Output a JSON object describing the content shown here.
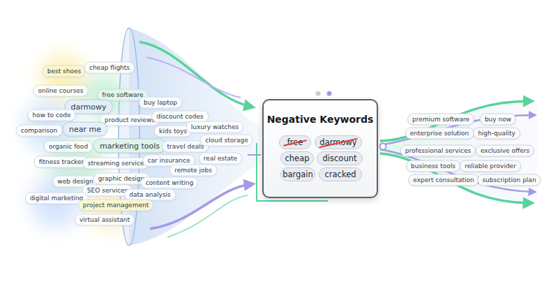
{
  "diagram": {
    "nodes": [
      {
        "text": [
          "best shoes"
        ]
      },
      {
        "text": [
          "cheap flights"
        ]
      },
      {
        "text": [
          "online courses"
        ]
      },
      {
        "text": [
          "free software"
        ]
      },
      {
        "text": [
          "darmowy"
        ]
      },
      {
        "text": [
          "buy laptop"
        ]
      },
      {
        "text": [
          "how to code"
        ]
      },
      {
        "text": [
          "product reviews"
        ]
      },
      {
        "text": [
          "discount codes"
        ]
      },
      {
        "text": [
          "comparison"
        ]
      },
      {
        "text": [
          "near me"
        ]
      },
      {
        "text": [
          "kids toys"
        ]
      },
      {
        "text": [
          "luxury watches"
        ]
      },
      {
        "text": [
          "organic food"
        ]
      },
      {
        "text": [
          "marketing tools"
        ]
      },
      {
        "text": [
          "travel deals"
        ]
      },
      {
        "text": [
          "cloud storage"
        ]
      },
      {
        "text": [
          "fitness tracker"
        ]
      },
      {
        "text": [
          "streaming service"
        ]
      },
      {
        "text": [
          "car insurance"
        ]
      },
      {
        "text": [
          "real estate"
        ]
      },
      {
        "text": [
          "remote jobs"
        ]
      },
      {
        "text": [
          "web design"
        ]
      },
      {
        "text": [
          "graphic design"
        ]
      },
      {
        "text": [
          "SEO services"
        ]
      },
      {
        "text": [
          "content writing"
        ]
      },
      {
        "text": [
          "digital marketing"
        ]
      },
      {
        "text": [
          "data analysis"
        ]
      },
      {
        "text": [
          "project management"
        ]
      },
      {
        "text": [
          "virtual assistant"
        ]
      },
      {
        "text": [
          "Negative Keywords"
        ]
      },
      {
        "text": [
          "free"
        ],
        "in": 30
      },
      {
        "text": [
          "darmowy"
        ],
        "in": 30
      },
      {
        "text": [
          "cheap"
        ],
        "in": 30
      },
      {
        "text": [
          "discount"
        ],
        "in": 30
      },
      {
        "text": [
          "bargain"
        ],
        "in": 30
      },
      {
        "text": [
          "cracked"
        ],
        "in": 30
      },
      {
        "text": [
          "premium software"
        ]
      },
      {
        "text": [
          "buy now"
        ]
      },
      {
        "text": [
          "enterprise solution"
        ]
      },
      {
        "text": [
          "high-quality"
        ]
      },
      {
        "text": [
          "professional services"
        ]
      },
      {
        "text": [
          "exclusive offers"
        ]
      },
      {
        "text": [
          "business tools"
        ]
      },
      {
        "text": [
          "reliable provider"
        ]
      },
      {
        "text": [
          "expert consultation"
        ]
      },
      {
        "text": [
          "subscription plan"
        ]
      }
    ]
  }
}
